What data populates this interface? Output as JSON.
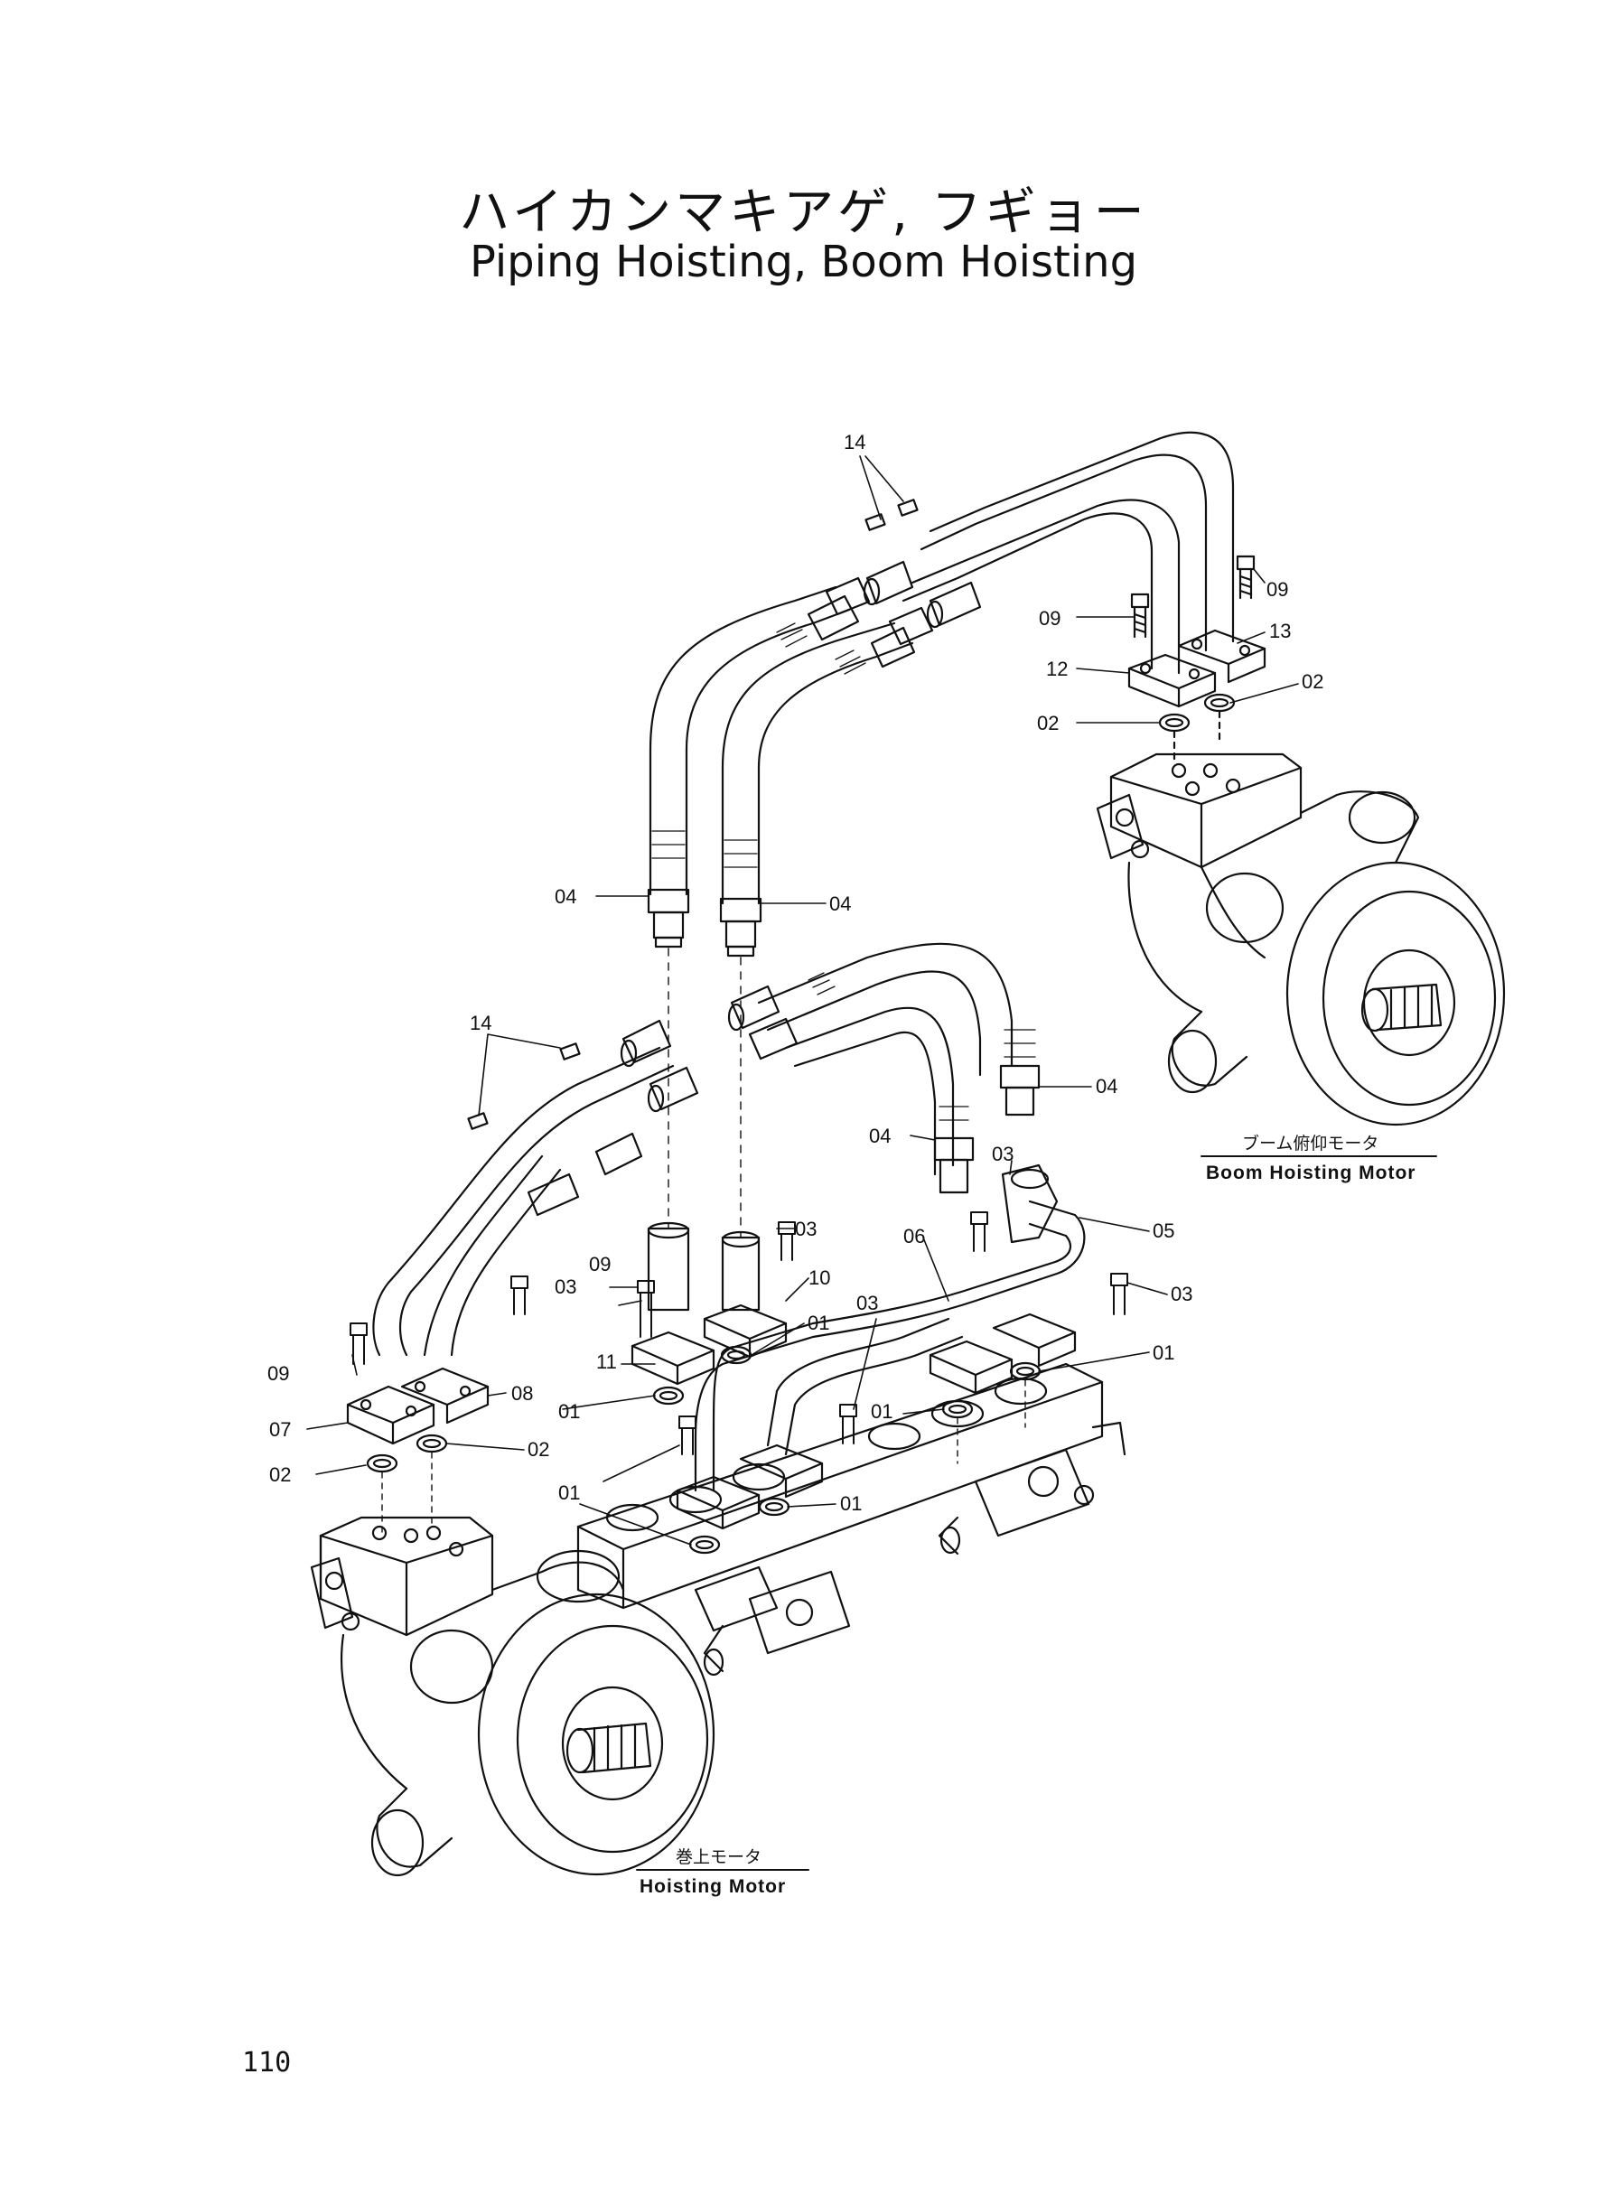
{
  "title_ja": "ハイカンマキアゲ, フギョー",
  "title_en": "Piping Hoisting, Boom Hoisting",
  "page_number": "110",
  "boom_motor_caption": {
    "ja": "ブーム俯仰モータ",
    "en": "Boom Hoisting Motor"
  },
  "hoist_motor_caption": {
    "ja": "巻上モータ",
    "en": "Hoisting Motor"
  },
  "labels": {
    "l14a": "14",
    "l09a": "09",
    "l09b": "09",
    "l13": "13",
    "l12": "12",
    "l02a": "02",
    "l02b": "02",
    "l04a": "04",
    "l04b": "04",
    "l14b": "14",
    "l04c": "04",
    "l04d": "04",
    "l03a": "03",
    "l03b": "03",
    "l06": "06",
    "l05": "05",
    "l09c": "09",
    "l10": "10",
    "l03c": "03",
    "l01a": "01",
    "l03d": "03",
    "l11": "11",
    "l09d": "09",
    "l08": "08",
    "l01b": "01",
    "l01c": "01",
    "l07": "07",
    "l02c": "02",
    "l02d": "02",
    "l03e": "03",
    "l01d": "01",
    "l01e": "01",
    "l01f": "01"
  }
}
